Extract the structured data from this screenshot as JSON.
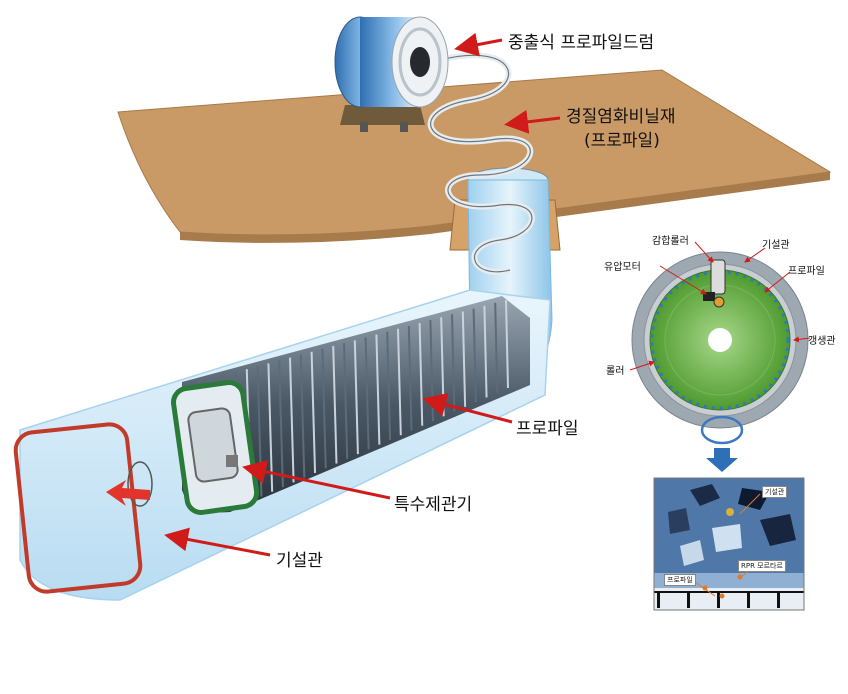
{
  "labels": {
    "drum": "중출식 프로파일드럼",
    "pvc_line1": "경질염화비닐재",
    "pvc_line2": "(프로파일)",
    "profile_main": "프로파일",
    "machine": "특수제관기",
    "old_pipe_main": "기설관"
  },
  "inset": {
    "pressure_roller": "감합롤러",
    "hydraulic_motor": "유압모터",
    "old_pipe": "기설관",
    "profile": "프로파일",
    "renewed_pipe": "갱생관",
    "roller": "롤러"
  },
  "detail": {
    "old_pipe": "기설관",
    "rpr_mortar": "RPR 모르타르",
    "profile": "프로파일"
  },
  "colors": {
    "arrow_red": "#d11a1a",
    "ground": "#c99a66",
    "pipe_blue": "#d6ecf8",
    "profile_dark": "#3d4a57",
    "inset_green": "#5ea83a",
    "detail_blue": "#4f78a8"
  }
}
